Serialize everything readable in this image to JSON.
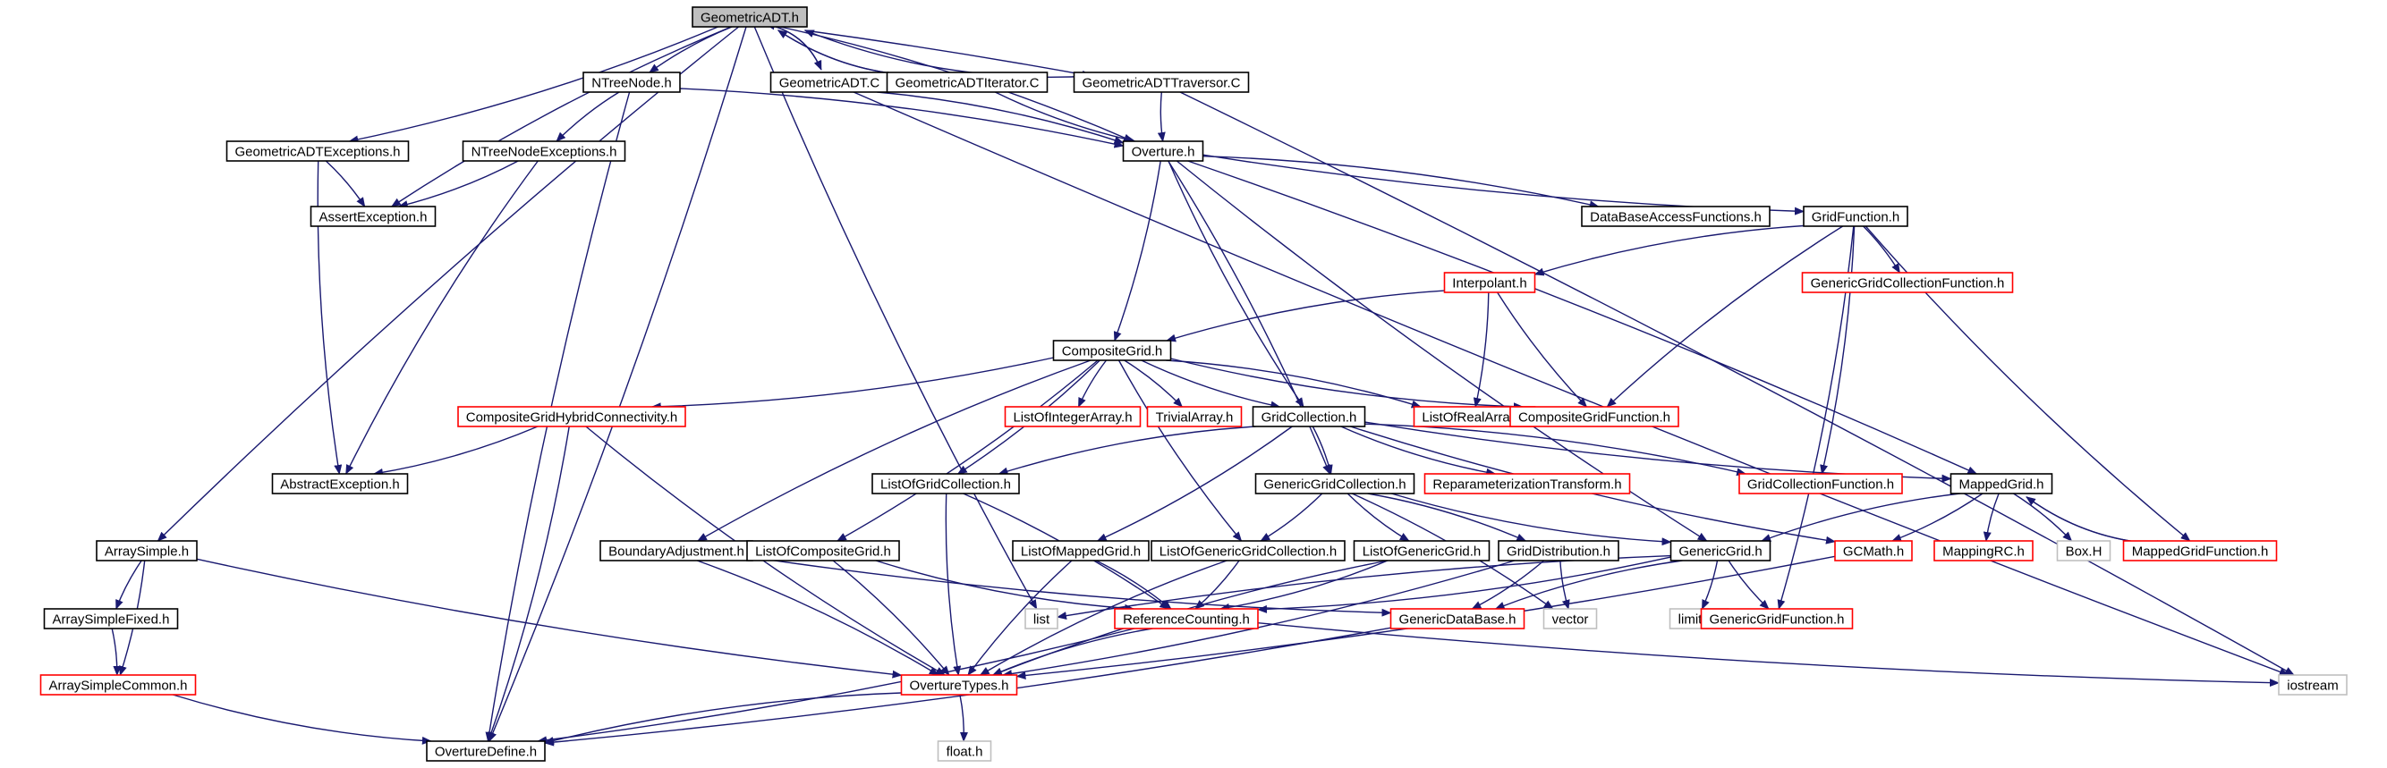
{
  "colors": {
    "edge": "#191970",
    "node_normal": "#000000",
    "node_red": "#ff0000",
    "node_gray": "#bfbfbf",
    "node_root_fill": "#bfbfbf",
    "fill": "#ffffff"
  },
  "nodes": [
    {
      "id": "GeometricADT.h",
      "label": "GeometricADT.h",
      "kind": "root"
    },
    {
      "id": "NTreeNode.h",
      "label": "NTreeNode.h",
      "kind": "normal"
    },
    {
      "id": "GeometricADT.C",
      "label": "GeometricADT.C",
      "kind": "normal"
    },
    {
      "id": "GeometricADTIterator.C",
      "label": "GeometricADTIterator.C",
      "kind": "normal"
    },
    {
      "id": "GeometricADTTraversor.C",
      "label": "GeometricADTTraversor.C",
      "kind": "normal"
    },
    {
      "id": "GeometricADTExceptions.h",
      "label": "GeometricADTExceptions.h",
      "kind": "normal"
    },
    {
      "id": "NTreeNodeExceptions.h",
      "label": "NTreeNodeExceptions.h",
      "kind": "normal"
    },
    {
      "id": "Overture.h",
      "label": "Overture.h",
      "kind": "normal"
    },
    {
      "id": "AssertException.h",
      "label": "AssertException.h",
      "kind": "normal"
    },
    {
      "id": "DataBaseAccessFunctions.h",
      "label": "DataBaseAccessFunctions.h",
      "kind": "normal"
    },
    {
      "id": "GridFunction.h",
      "label": "GridFunction.h",
      "kind": "normal"
    },
    {
      "id": "Interpolant.h",
      "label": "Interpolant.h",
      "kind": "red"
    },
    {
      "id": "GenericGridCollectionFunction.h",
      "label": "GenericGridCollectionFunction.h",
      "kind": "red"
    },
    {
      "id": "CompositeGrid.h",
      "label": "CompositeGrid.h",
      "kind": "normal"
    },
    {
      "id": "CompositeGridHybridConnectivity.h",
      "label": "CompositeGridHybridConnectivity.h",
      "kind": "red"
    },
    {
      "id": "ListOfIntegerArray.h",
      "label": "ListOfIntegerArray.h",
      "kind": "red"
    },
    {
      "id": "TrivialArray.h",
      "label": "TrivialArray.h",
      "kind": "red"
    },
    {
      "id": "GridCollection.h",
      "label": "GridCollection.h",
      "kind": "normal"
    },
    {
      "id": "ListOfRealArray.h",
      "label": "ListOfRealArray.h",
      "kind": "red"
    },
    {
      "id": "CompositeGridFunction.h",
      "label": "CompositeGridFunction.h",
      "kind": "red"
    },
    {
      "id": "AbstractException.h",
      "label": "AbstractException.h",
      "kind": "normal"
    },
    {
      "id": "ListOfGridCollection.h",
      "label": "ListOfGridCollection.h",
      "kind": "normal"
    },
    {
      "id": "GenericGridCollection.h",
      "label": "GenericGridCollection.h",
      "kind": "normal"
    },
    {
      "id": "ReparameterizationTransform.h",
      "label": "ReparameterizationTransform.h",
      "kind": "red"
    },
    {
      "id": "GridCollectionFunction.h",
      "label": "GridCollectionFunction.h",
      "kind": "red"
    },
    {
      "id": "MappedGrid.h",
      "label": "MappedGrid.h",
      "kind": "normal"
    },
    {
      "id": "ArraySimple.h",
      "label": "ArraySimple.h",
      "kind": "normal"
    },
    {
      "id": "BoundaryAdjustment.h",
      "label": "BoundaryAdjustment.h",
      "kind": "normal"
    },
    {
      "id": "ListOfCompositeGrid.h",
      "label": "ListOfCompositeGrid.h",
      "kind": "normal"
    },
    {
      "id": "ListOfMappedGrid.h",
      "label": "ListOfMappedGrid.h",
      "kind": "normal"
    },
    {
      "id": "ListOfGenericGridCollection.h",
      "label": "ListOfGenericGridCollection.h",
      "kind": "normal"
    },
    {
      "id": "ListOfGenericGrid.h",
      "label": "ListOfGenericGrid.h",
      "kind": "normal"
    },
    {
      "id": "GridDistribution.h",
      "label": "GridDistribution.h",
      "kind": "normal"
    },
    {
      "id": "GenericGrid.h",
      "label": "GenericGrid.h",
      "kind": "normal"
    },
    {
      "id": "GCMath.h",
      "label": "GCMath.h",
      "kind": "red"
    },
    {
      "id": "MappingRC.h",
      "label": "MappingRC.h",
      "kind": "red"
    },
    {
      "id": "Box.H",
      "label": "Box.H",
      "kind": "gray"
    },
    {
      "id": "MappedGridFunction.h",
      "label": "MappedGridFunction.h",
      "kind": "red"
    },
    {
      "id": "ArraySimpleFixed.h",
      "label": "ArraySimpleFixed.h",
      "kind": "normal"
    },
    {
      "id": "list",
      "label": "list",
      "kind": "gray"
    },
    {
      "id": "ReferenceCounting.h",
      "label": "ReferenceCounting.h",
      "kind": "red"
    },
    {
      "id": "GenericDataBase.h",
      "label": "GenericDataBase.h",
      "kind": "red"
    },
    {
      "id": "vector",
      "label": "vector",
      "kind": "gray"
    },
    {
      "id": "limits.h",
      "label": "limits.h",
      "kind": "gray"
    },
    {
      "id": "GenericGridFunction.h",
      "label": "GenericGridFunction.h",
      "kind": "red"
    },
    {
      "id": "ArraySimpleCommon.h",
      "label": "ArraySimpleCommon.h",
      "kind": "red"
    },
    {
      "id": "OvertureTypes.h",
      "label": "OvertureTypes.h",
      "kind": "red"
    },
    {
      "id": "iostream",
      "label": "iostream",
      "kind": "gray"
    },
    {
      "id": "OvertureDefine.h",
      "label": "OvertureDefine.h",
      "kind": "normal"
    },
    {
      "id": "float.h",
      "label": "float.h",
      "kind": "gray"
    }
  ],
  "edges": [
    [
      "GeometricADT.h",
      "NTreeNode.h"
    ],
    [
      "GeometricADT.h",
      "GeometricADTExceptions.h"
    ],
    [
      "GeometricADT.h",
      "AssertException.h"
    ],
    [
      "GeometricADT.h",
      "Overture.h"
    ],
    [
      "GeometricADT.h",
      "ArraySimple.h"
    ],
    [
      "GeometricADT.h",
      "OvertureDefine.h"
    ],
    [
      "GeometricADT.h",
      "list"
    ],
    [
      "GeometricADT.h",
      "GeometricADT.C"
    ],
    [
      "GeometricADT.h",
      "GeometricADTIterator.C"
    ],
    [
      "GeometricADT.h",
      "GeometricADTTraversor.C"
    ],
    [
      "GeometricADT.C",
      "GeometricADT.h"
    ],
    [
      "GeometricADT.C",
      "Overture.h"
    ],
    [
      "GeometricADT.C",
      "iostream"
    ],
    [
      "GeometricADTIterator.C",
      "GeometricADT.h"
    ],
    [
      "GeometricADTIterator.C",
      "Overture.h"
    ],
    [
      "GeometricADTTraversor.C",
      "GeometricADT.h"
    ],
    [
      "GeometricADTTraversor.C",
      "Overture.h"
    ],
    [
      "GeometricADTTraversor.C",
      "iostream"
    ],
    [
      "NTreeNode.h",
      "NTreeNodeExceptions.h"
    ],
    [
      "NTreeNode.h",
      "Overture.h"
    ],
    [
      "NTreeNode.h",
      "OvertureDefine.h"
    ],
    [
      "GeometricADTExceptions.h",
      "AssertException.h"
    ],
    [
      "GeometricADTExceptions.h",
      "AbstractException.h"
    ],
    [
      "NTreeNodeExceptions.h",
      "AssertException.h"
    ],
    [
      "NTreeNodeExceptions.h",
      "AbstractException.h"
    ],
    [
      "Overture.h",
      "DataBaseAccessFunctions.h"
    ],
    [
      "Overture.h",
      "GridFunction.h"
    ],
    [
      "Overture.h",
      "CompositeGrid.h"
    ],
    [
      "Overture.h",
      "GridCollection.h"
    ],
    [
      "Overture.h",
      "GenericGridCollection.h"
    ],
    [
      "Overture.h",
      "GenericGrid.h"
    ],
    [
      "Overture.h",
      "MappedGrid.h"
    ],
    [
      "GridFunction.h",
      "Interpolant.h"
    ],
    [
      "GridFunction.h",
      "GenericGridCollectionFunction.h"
    ],
    [
      "GridFunction.h",
      "CompositeGridFunction.h"
    ],
    [
      "GridFunction.h",
      "GridCollectionFunction.h"
    ],
    [
      "GridFunction.h",
      "MappedGridFunction.h"
    ],
    [
      "GridFunction.h",
      "GenericGridFunction.h"
    ],
    [
      "Interpolant.h",
      "CompositeGrid.h"
    ],
    [
      "Interpolant.h",
      "ListOfRealArray.h"
    ],
    [
      "Interpolant.h",
      "CompositeGridFunction.h"
    ],
    [
      "CompositeGrid.h",
      "CompositeGridHybridConnectivity.h"
    ],
    [
      "CompositeGrid.h",
      "ListOfIntegerArray.h"
    ],
    [
      "CompositeGrid.h",
      "TrivialArray.h"
    ],
    [
      "CompositeGrid.h",
      "GridCollection.h"
    ],
    [
      "CompositeGrid.h",
      "ListOfRealArray.h"
    ],
    [
      "CompositeGrid.h",
      "CompositeGridFunction.h"
    ],
    [
      "CompositeGrid.h",
      "ListOfGridCollection.h"
    ],
    [
      "CompositeGrid.h",
      "BoundaryAdjustment.h"
    ],
    [
      "CompositeGrid.h",
      "ListOfCompositeGrid.h"
    ],
    [
      "CompositeGrid.h",
      "ListOfGenericGridCollection.h"
    ],
    [
      "CompositeGridHybridConnectivity.h",
      "AbstractException.h"
    ],
    [
      "CompositeGridHybridConnectivity.h",
      "OvertureTypes.h"
    ],
    [
      "CompositeGridHybridConnectivity.h",
      "OvertureDefine.h"
    ],
    [
      "GridCollection.h",
      "ListOfGridCollection.h"
    ],
    [
      "GridCollection.h",
      "GenericGridCollection.h"
    ],
    [
      "GridCollection.h",
      "ReparameterizationTransform.h"
    ],
    [
      "GridCollection.h",
      "GridCollectionFunction.h"
    ],
    [
      "GridCollection.h",
      "MappedGrid.h"
    ],
    [
      "GridCollection.h",
      "ListOfMappedGrid.h"
    ],
    [
      "GridCollection.h",
      "GCMath.h"
    ],
    [
      "ListOfGridCollection.h",
      "ReferenceCounting.h"
    ],
    [
      "ListOfGridCollection.h",
      "OvertureTypes.h"
    ],
    [
      "GenericGridCollection.h",
      "ListOfGenericGridCollection.h"
    ],
    [
      "GenericGridCollection.h",
      "ListOfGenericGrid.h"
    ],
    [
      "GenericGridCollection.h",
      "GridDistribution.h"
    ],
    [
      "GenericGridCollection.h",
      "GenericGrid.h"
    ],
    [
      "GenericGridCollection.h",
      "vector"
    ],
    [
      "MappedGrid.h",
      "GenericGrid.h"
    ],
    [
      "MappedGrid.h",
      "GCMath.h"
    ],
    [
      "MappedGrid.h",
      "MappingRC.h"
    ],
    [
      "MappedGrid.h",
      "Box.H"
    ],
    [
      "MappedGrid.h",
      "MappedGridFunction.h"
    ],
    [
      "MappedGridFunction.h",
      "MappedGrid.h"
    ],
    [
      "ArraySimple.h",
      "ArraySimpleFixed.h"
    ],
    [
      "ArraySimple.h",
      "ArraySimpleCommon.h"
    ],
    [
      "ArraySimple.h",
      "OvertureTypes.h"
    ],
    [
      "ArraySimpleFixed.h",
      "ArraySimpleCommon.h"
    ],
    [
      "ArraySimpleCommon.h",
      "OvertureDefine.h"
    ],
    [
      "BoundaryAdjustment.h",
      "OvertureTypes.h"
    ],
    [
      "BoundaryAdjustment.h",
      "GenericDataBase.h"
    ],
    [
      "ListOfCompositeGrid.h",
      "OvertureTypes.h"
    ],
    [
      "ListOfCompositeGrid.h",
      "ReferenceCounting.h"
    ],
    [
      "ListOfMappedGrid.h",
      "ReferenceCounting.h"
    ],
    [
      "ListOfMappedGrid.h",
      "OvertureTypes.h"
    ],
    [
      "ListOfGenericGridCollection.h",
      "ReferenceCounting.h"
    ],
    [
      "ListOfGenericGridCollection.h",
      "OvertureTypes.h"
    ],
    [
      "ListOfGenericGrid.h",
      "ReferenceCounting.h"
    ],
    [
      "ListOfGenericGrid.h",
      "OvertureTypes.h"
    ],
    [
      "GridDistribution.h",
      "GenericDataBase.h"
    ],
    [
      "GridDistribution.h",
      "vector"
    ],
    [
      "GridDistribution.h",
      "OvertureTypes.h"
    ],
    [
      "GenericGrid.h",
      "list"
    ],
    [
      "GenericGrid.h",
      "ReferenceCounting.h"
    ],
    [
      "GenericGrid.h",
      "GenericDataBase.h"
    ],
    [
      "GenericGrid.h",
      "limits.h"
    ],
    [
      "GenericGrid.h",
      "GenericGridFunction.h"
    ],
    [
      "GCMath.h",
      "OvertureTypes.h"
    ],
    [
      "ReferenceCounting.h",
      "OvertureTypes.h"
    ],
    [
      "ReferenceCounting.h",
      "OvertureDefine.h"
    ],
    [
      "ReferenceCounting.h",
      "iostream"
    ],
    [
      "GenericDataBase.h",
      "OvertureDefine.h"
    ],
    [
      "OvertureTypes.h",
      "OvertureDefine.h"
    ],
    [
      "OvertureTypes.h",
      "float.h"
    ]
  ]
}
